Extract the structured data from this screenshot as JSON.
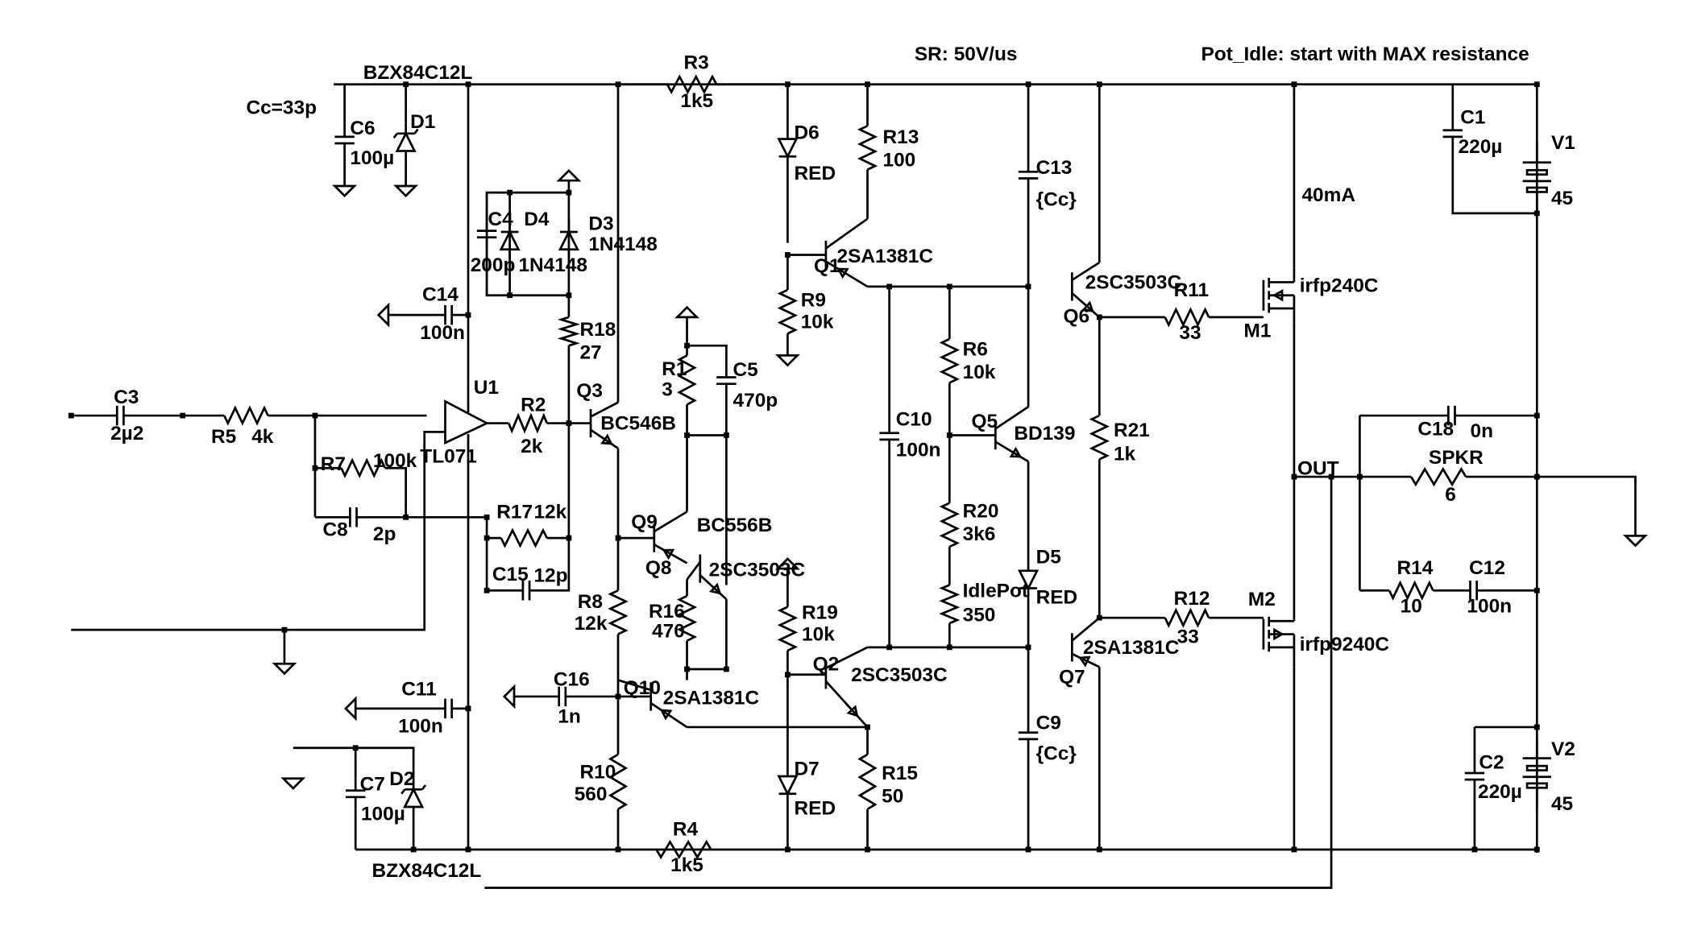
{
  "annotations": {
    "sr": "SR: 50V/us",
    "pot_idle": "Pot_Idle: start with MAX resistance",
    "cc": "Cc=33p",
    "idle_current": "40mA"
  },
  "components": [
    {
      "ref": "BZX84C12L",
      "value": ""
    },
    {
      "ref": "C6",
      "value": "100µ"
    },
    {
      "ref": "D1",
      "value": ""
    },
    {
      "ref": "R3",
      "value": "1k5"
    },
    {
      "ref": "D6",
      "value": "RED"
    },
    {
      "ref": "R13",
      "value": "100"
    },
    {
      "ref": "C13",
      "value": "{Cc}"
    },
    {
      "ref": "C1",
      "value": "220µ"
    },
    {
      "ref": "V1",
      "value": "45"
    },
    {
      "ref": "C4",
      "value": "200p"
    },
    {
      "ref": "D4",
      "value": "1N4148"
    },
    {
      "ref": "D3",
      "value": "1N4148"
    },
    {
      "ref": "Q1",
      "value": "2SA1381C"
    },
    {
      "ref": "R9",
      "value": "10k"
    },
    {
      "ref": "Q6",
      "value": "2SC3503C"
    },
    {
      "ref": "R11",
      "value": "33"
    },
    {
      "ref": "M1",
      "value": "irfp240C"
    },
    {
      "ref": "C14",
      "value": "100n"
    },
    {
      "ref": "R18",
      "value": "27"
    },
    {
      "ref": "R1",
      "value": "3"
    },
    {
      "ref": "C5",
      "value": "470p"
    },
    {
      "ref": "R6",
      "value": "10k"
    },
    {
      "ref": "U1",
      "value": "TL071"
    },
    {
      "ref": "C3",
      "value": "2µ2"
    },
    {
      "ref": "R5",
      "value": "4k"
    },
    {
      "ref": "R2",
      "value": "2k"
    },
    {
      "ref": "Q3",
      "value": "BC546B"
    },
    {
      "ref": "C10",
      "value": "100n"
    },
    {
      "ref": "Q5",
      "value": "BD139"
    },
    {
      "ref": "R21",
      "value": "1k"
    },
    {
      "ref": "C18",
      "value": "0n"
    },
    {
      "ref": "R7",
      "value": "100k"
    },
    {
      "ref": "SPKR",
      "value": "6"
    },
    {
      "ref": "C8",
      "value": "2p"
    },
    {
      "ref": "R17",
      "value": "12k"
    },
    {
      "ref": "Q9",
      "value": "BC556B"
    },
    {
      "ref": "R20",
      "value": "3k6"
    },
    {
      "ref": "Q8",
      "value": "2SC3503C"
    },
    {
      "ref": "C15",
      "value": "12p"
    },
    {
      "ref": "D5",
      "value": "RED"
    },
    {
      "ref": "R14",
      "value": "10"
    },
    {
      "ref": "C12",
      "value": "100n"
    },
    {
      "ref": "R16",
      "value": "470"
    },
    {
      "ref": "R8",
      "value": "12k"
    },
    {
      "ref": "IdlePot",
      "value": "350"
    },
    {
      "ref": "R19",
      "value": "10k"
    },
    {
      "ref": "R12",
      "value": "33"
    },
    {
      "ref": "M2",
      "value": "irfp9240C"
    },
    {
      "ref": "Q7",
      "value": "2SA1381C"
    },
    {
      "ref": "Q2",
      "value": "2SC3503C"
    },
    {
      "ref": "C16",
      "value": "1n"
    },
    {
      "ref": "Q10",
      "value": "2SA1381C"
    },
    {
      "ref": "C11",
      "value": "100n"
    },
    {
      "ref": "C9",
      "value": "{Cc}"
    },
    {
      "ref": "C7",
      "value": "100µ"
    },
    {
      "ref": "D2",
      "value": ""
    },
    {
      "ref": "R10",
      "value": "560"
    },
    {
      "ref": "D7",
      "value": "RED"
    },
    {
      "ref": "R15",
      "value": "50"
    },
    {
      "ref": "C2",
      "value": "220µ"
    },
    {
      "ref": "V2",
      "value": "45"
    },
    {
      "ref": "R4",
      "value": "1k5"
    },
    {
      "ref": "BZX84C12L",
      "value": ""
    }
  ],
  "nets": {
    "out": "OUT"
  }
}
